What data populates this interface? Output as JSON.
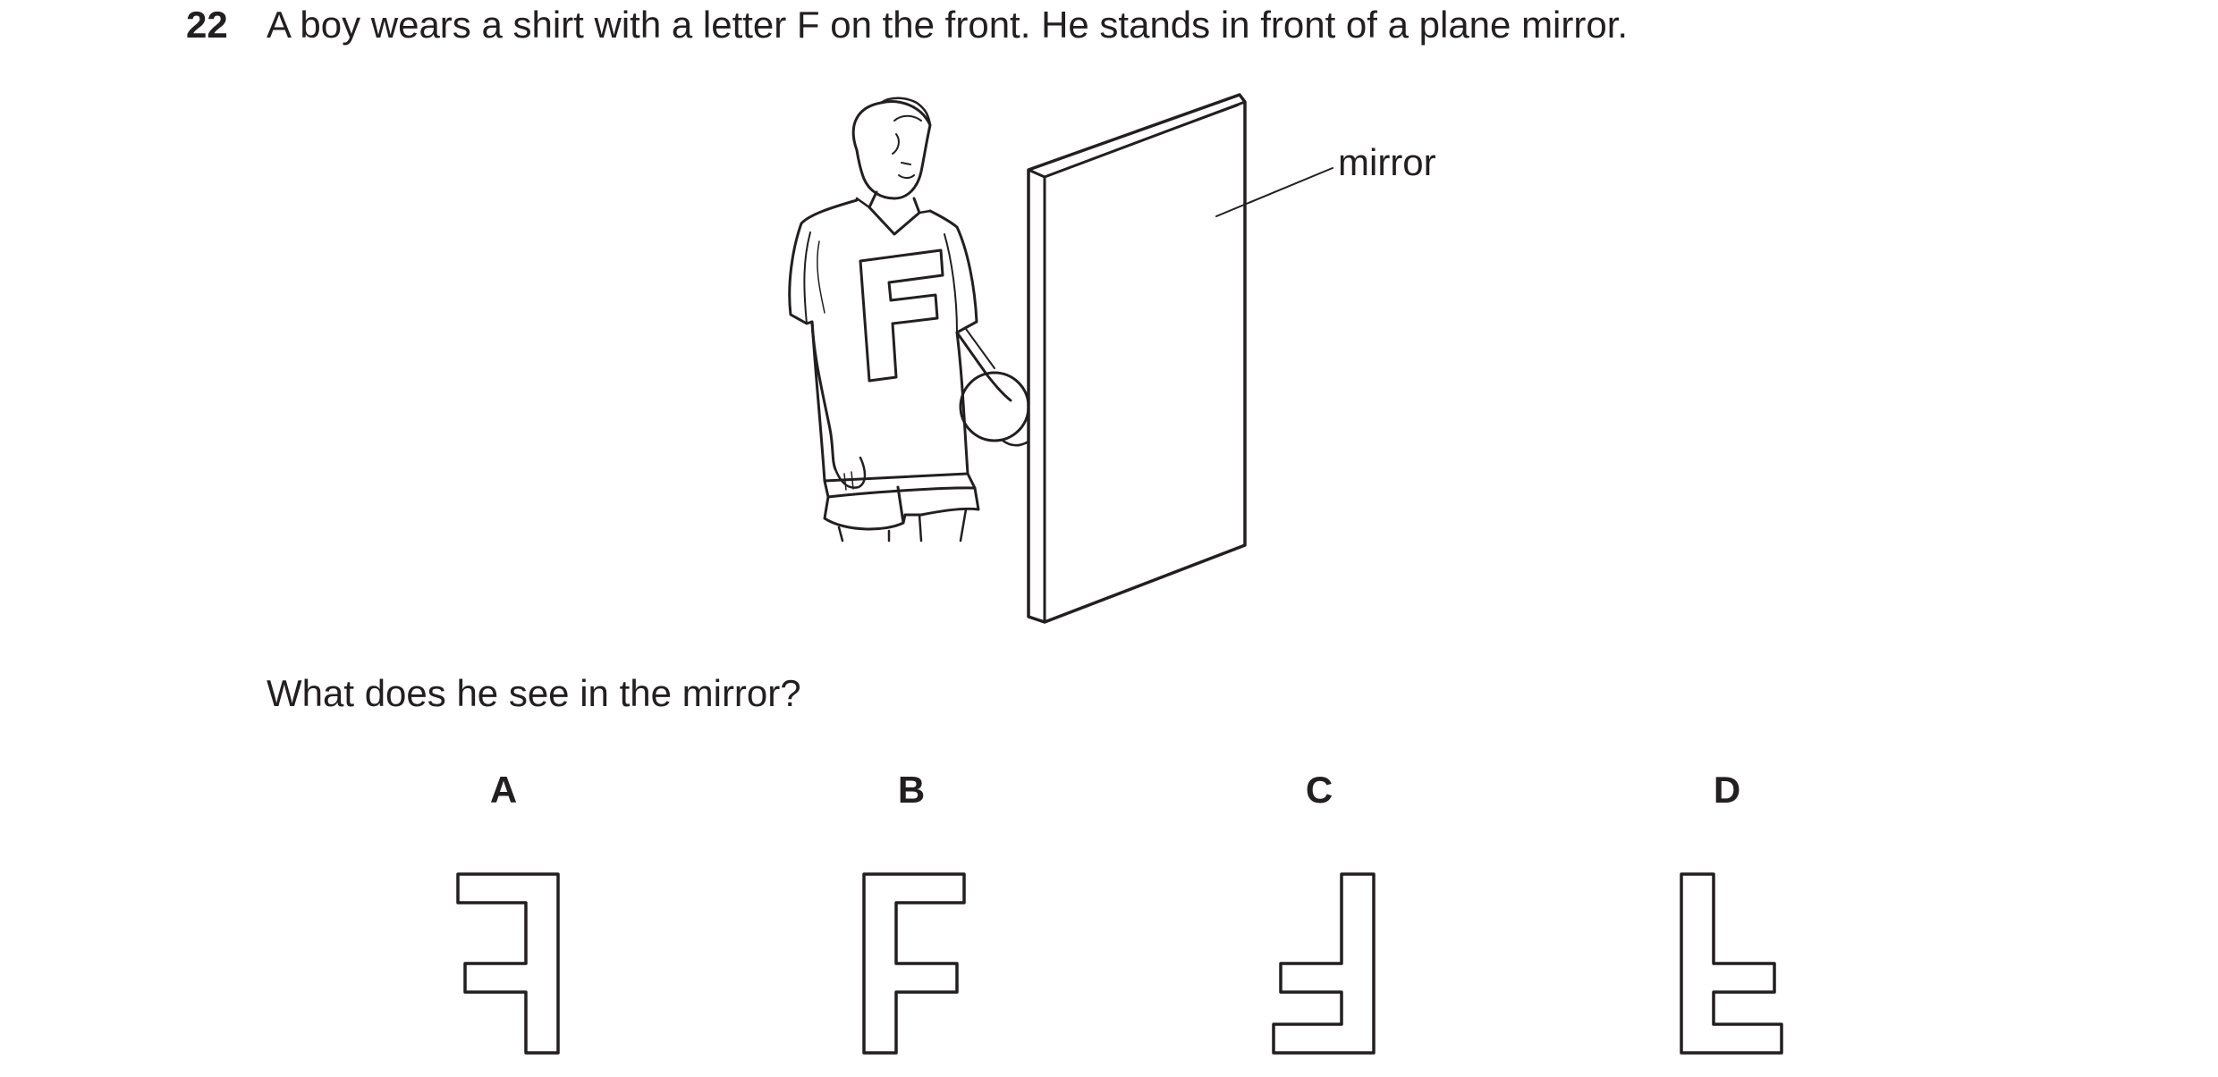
{
  "question": {
    "number": "22",
    "text": "A boy wears a shirt with a letter F on the front. He stands in front of a plane mirror."
  },
  "figure": {
    "mirror_label": "mirror",
    "shirt_letter": "F"
  },
  "prompt": "What does he see in the mirror?",
  "options": [
    {
      "label": "A"
    },
    {
      "label": "B"
    },
    {
      "label": "C"
    },
    {
      "label": "D"
    }
  ]
}
